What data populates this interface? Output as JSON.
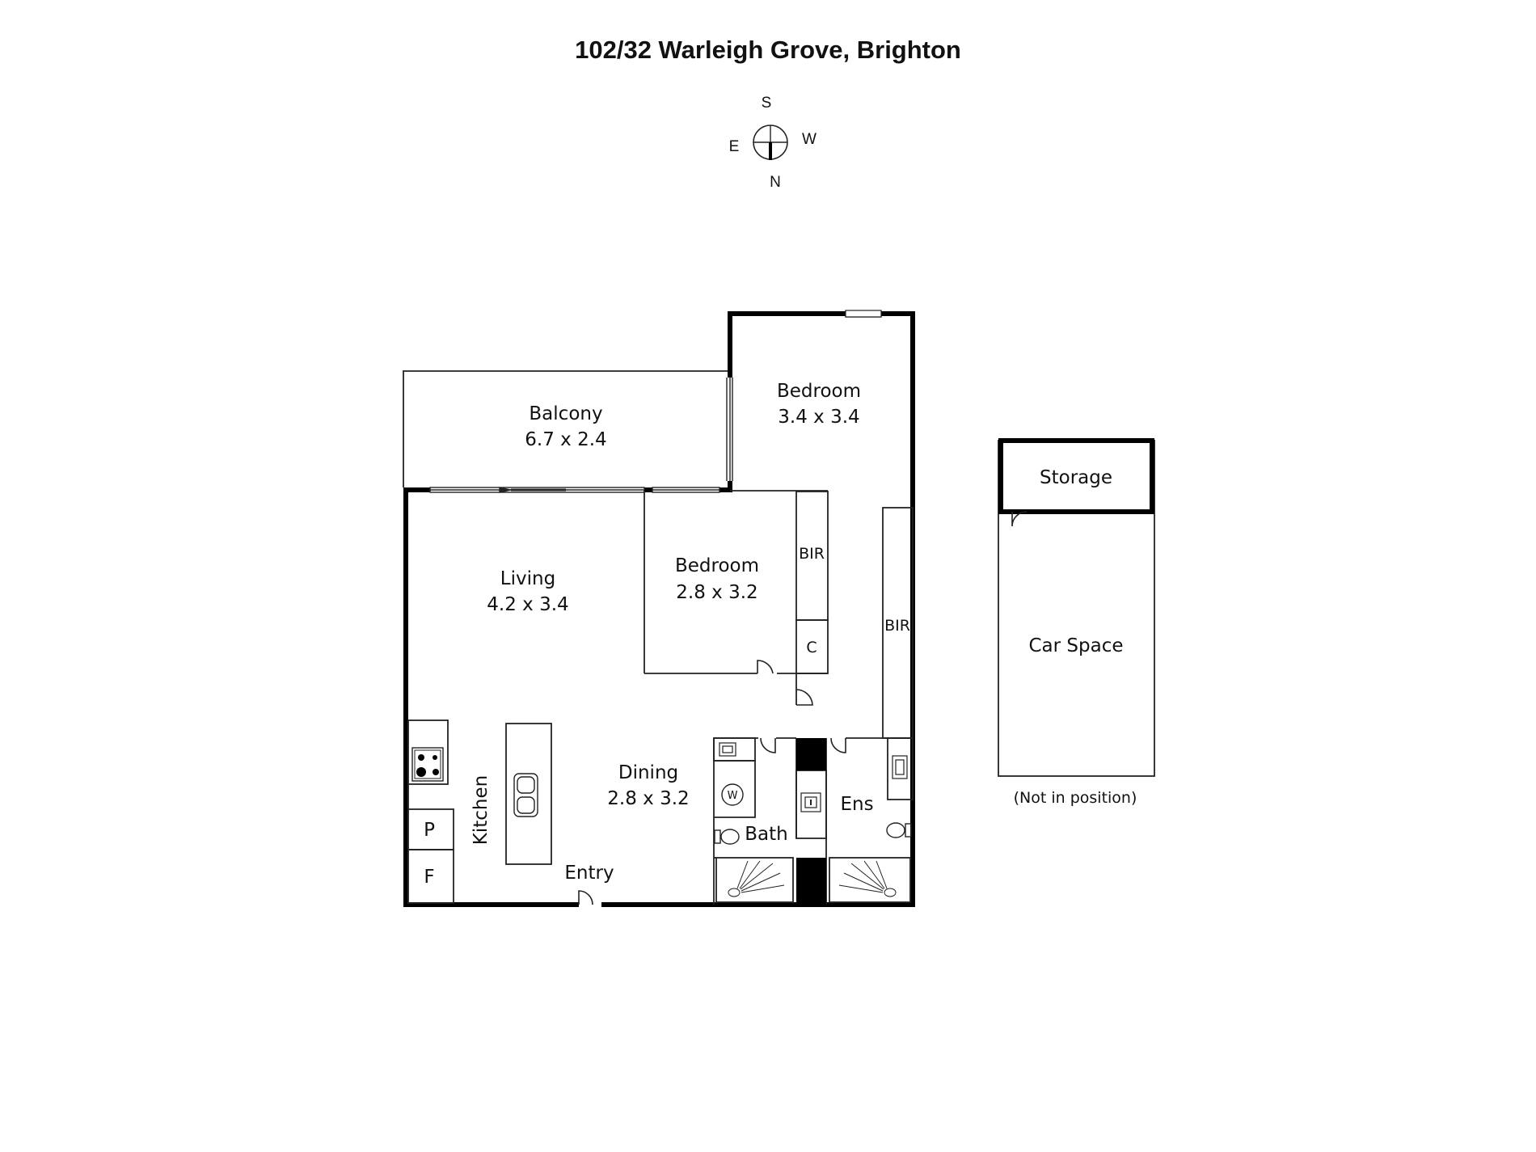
{
  "title": "102/32 Warleigh Grove, Brighton",
  "compass": {
    "top": "S",
    "right": "W",
    "bottom": "N",
    "left": "E"
  },
  "rooms": {
    "balcony": {
      "name": "Balcony",
      "dims": "6.7 x 2.4"
    },
    "bedroom1": {
      "name": "Bedroom",
      "dims": "3.4 x 3.4"
    },
    "bedroom2": {
      "name": "Bedroom",
      "dims": "2.8 x 3.2"
    },
    "living": {
      "name": "Living",
      "dims": "4.2 x 3.4"
    },
    "dining": {
      "name": "Dining",
      "dims": "2.8 x 3.2"
    },
    "kitchen": {
      "name": "Kitchen"
    },
    "entry": {
      "name": "Entry"
    },
    "bath": {
      "name": "Bath"
    },
    "ensuite": {
      "name": "Ens"
    },
    "bir1": {
      "name": "BIR"
    },
    "bir2": {
      "name": "BIR"
    },
    "cupboard": {
      "name": "C"
    },
    "pantry": {
      "name": "P"
    },
    "fridge": {
      "name": "F"
    },
    "laundry": {
      "name": "W"
    }
  },
  "car": {
    "storage": "Storage",
    "space": "Car Space",
    "note": "(Not in position)"
  },
  "colors": {
    "wall": "#000000",
    "line": "#222222",
    "background": "#ffffff"
  }
}
